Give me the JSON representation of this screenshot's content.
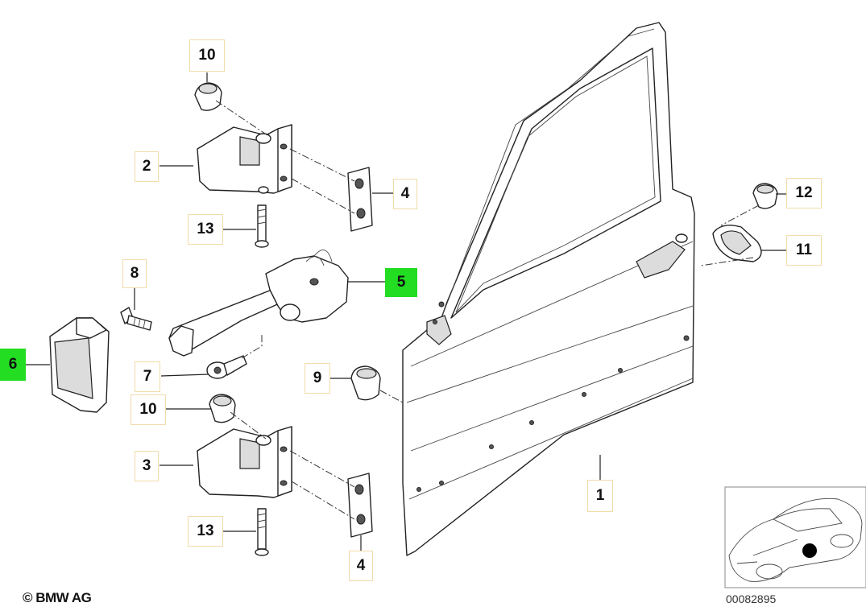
{
  "callouts": [
    {
      "id": "c10a",
      "label": "10",
      "highlight": false
    },
    {
      "id": "c2",
      "label": "2",
      "highlight": false
    },
    {
      "id": "c4a",
      "label": "4",
      "highlight": false
    },
    {
      "id": "c13a",
      "label": "13",
      "highlight": false
    },
    {
      "id": "c8",
      "label": "8",
      "highlight": false
    },
    {
      "id": "c5",
      "label": "5",
      "highlight": true
    },
    {
      "id": "c6",
      "label": "6",
      "highlight": true
    },
    {
      "id": "c7",
      "label": "7",
      "highlight": false
    },
    {
      "id": "c9",
      "label": "9",
      "highlight": false
    },
    {
      "id": "c10b",
      "label": "10",
      "highlight": false
    },
    {
      "id": "c3",
      "label": "3",
      "highlight": false
    },
    {
      "id": "c13b",
      "label": "13",
      "highlight": false
    },
    {
      "id": "c4b",
      "label": "4",
      "highlight": false
    },
    {
      "id": "c1",
      "label": "1",
      "highlight": false
    },
    {
      "id": "c12",
      "label": "12",
      "highlight": false
    },
    {
      "id": "c11",
      "label": "11",
      "highlight": false
    }
  ],
  "copyright": "© BMW AG",
  "image_number": "00082895",
  "colors": {
    "highlight": "#22dd22",
    "callout_border": "#f1dcaa",
    "line": "#222222"
  }
}
